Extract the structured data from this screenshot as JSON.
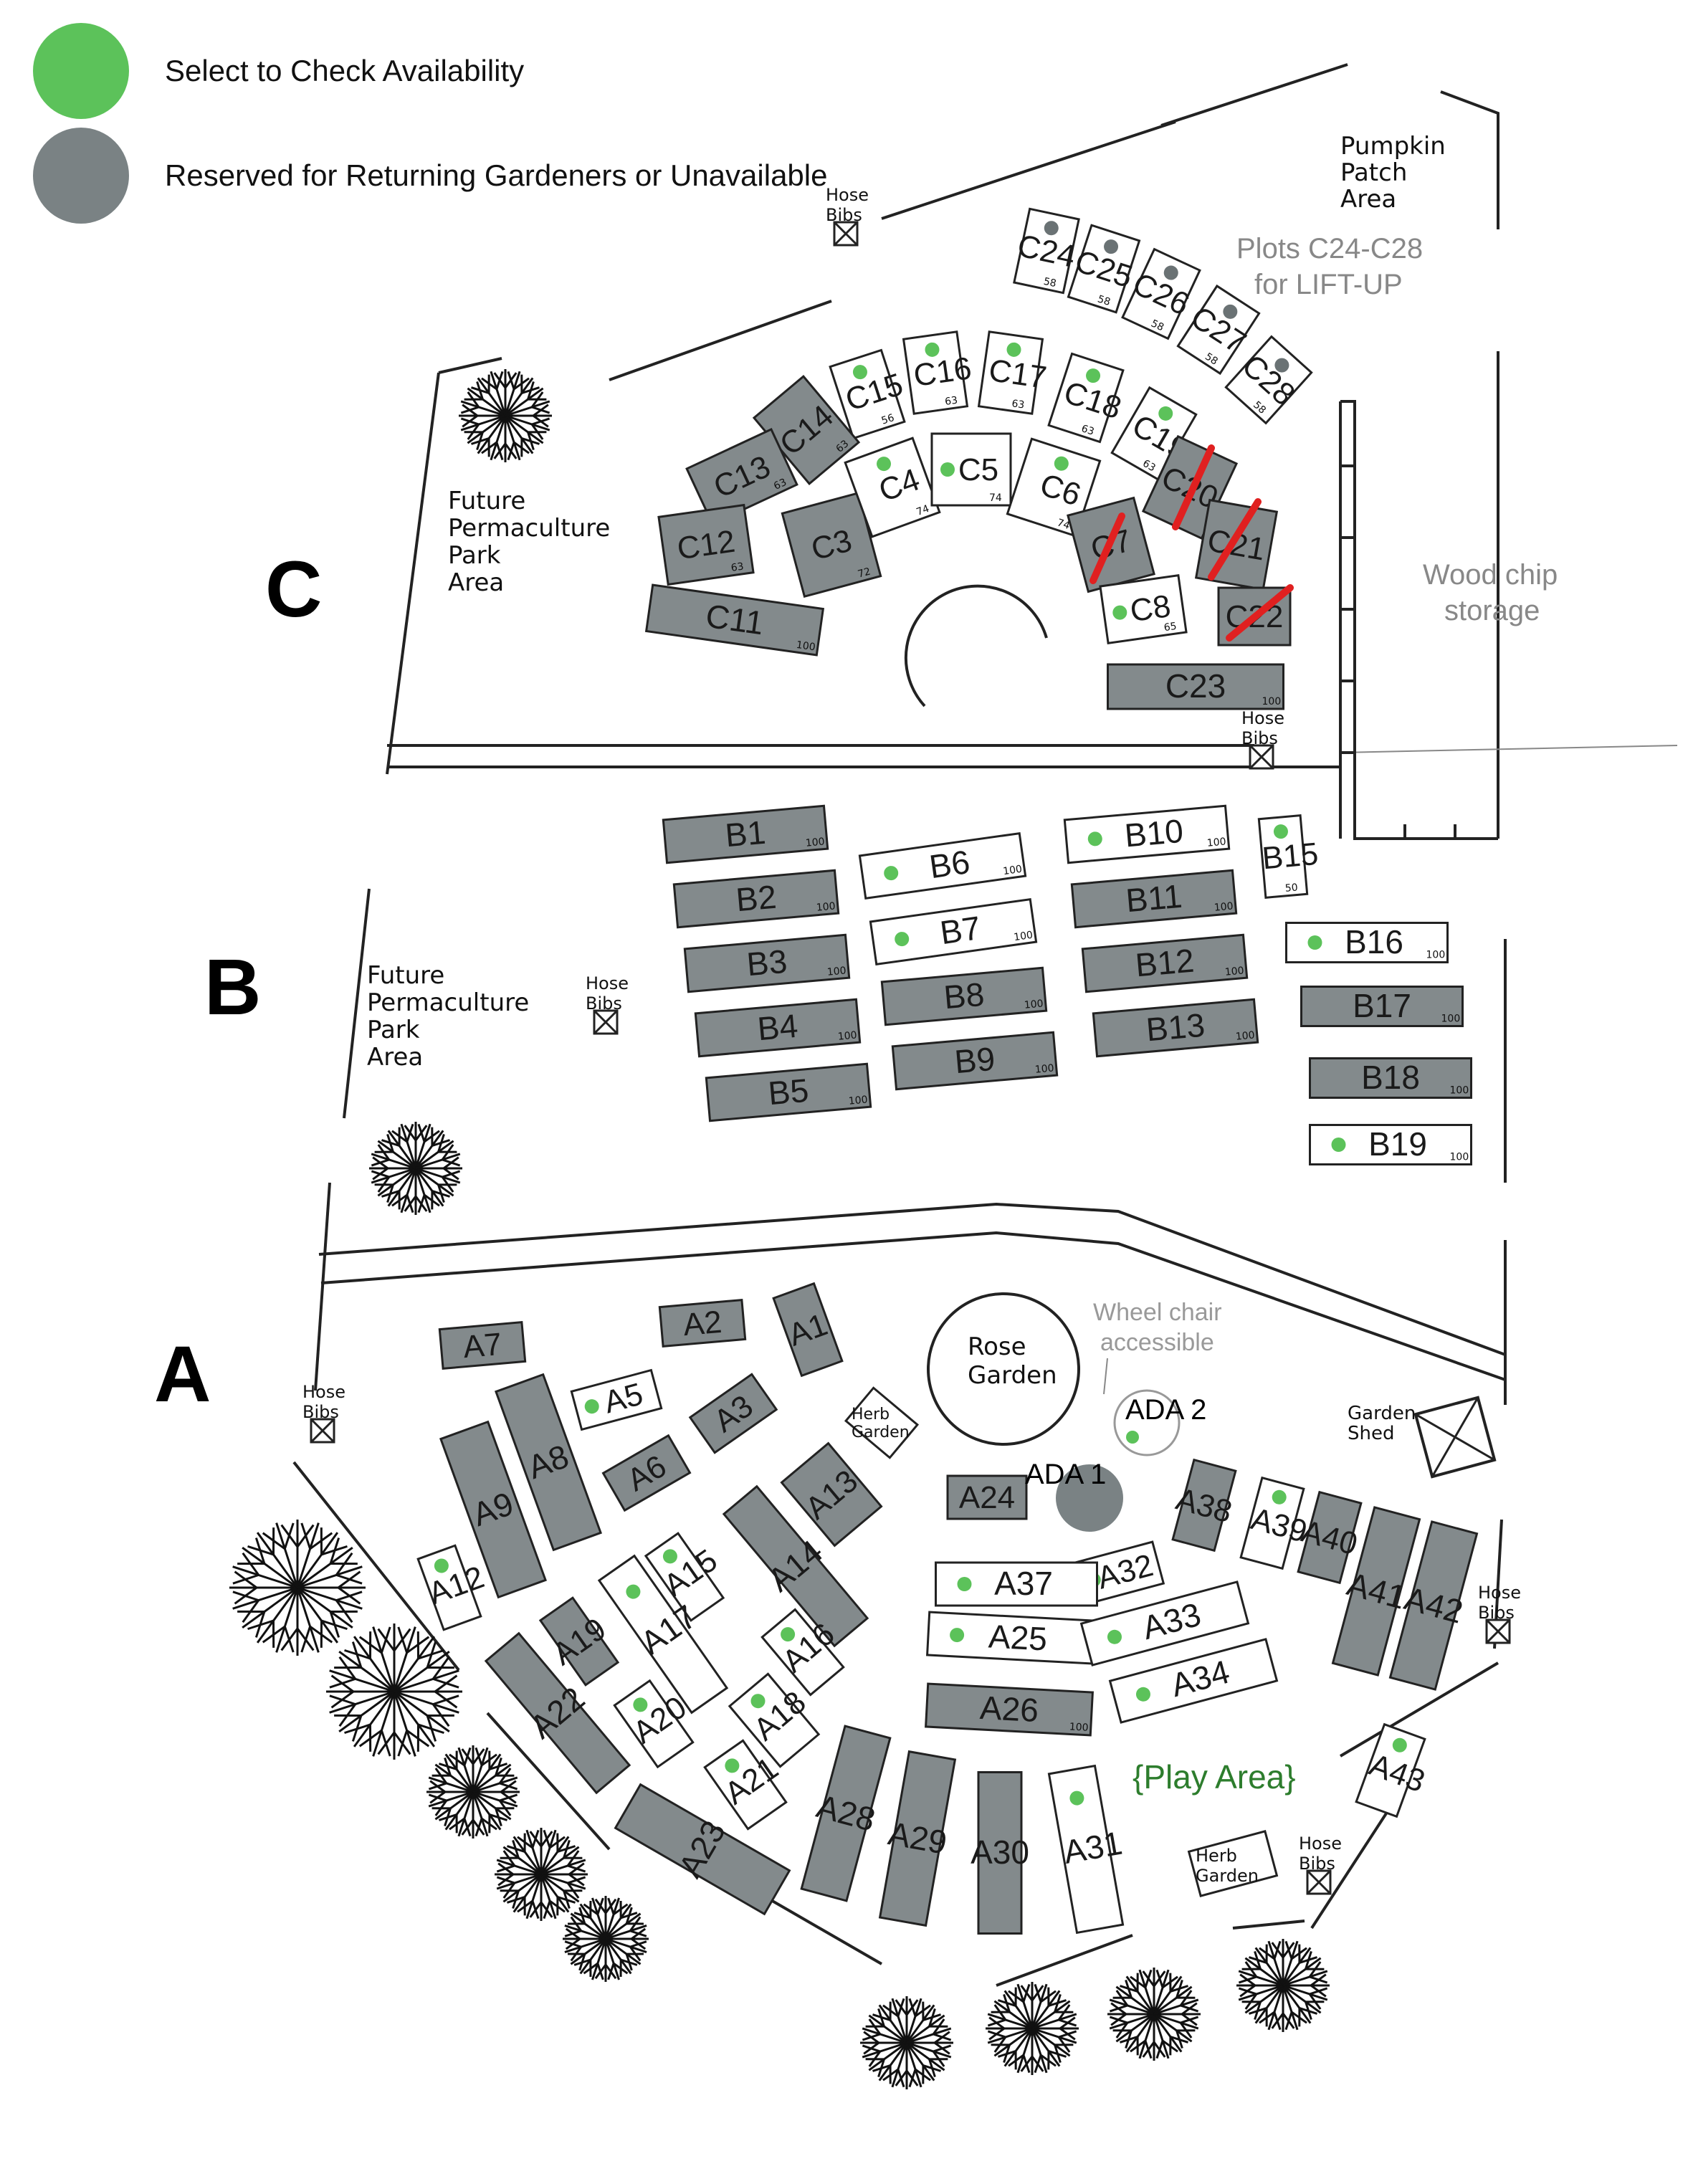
{
  "legend": {
    "available_label": "Select to Check Availability",
    "reserved_label": "Reserved for Returning Gardeners or Unavailable",
    "available_color": "#5cc25a",
    "reserved_color": "#7a8284"
  },
  "sections": {
    "a": "A",
    "b": "B",
    "c": "C"
  },
  "labels": {
    "pumpkin": [
      "Pumpkin",
      "Patch",
      "Area"
    ],
    "lift_up": [
      "Plots C24-C28",
      "for LIFT-UP"
    ],
    "wood_chip": [
      "Wood chip",
      "storage"
    ],
    "permaculture": [
      "Future",
      "Permaculture",
      "Park",
      "Area"
    ],
    "hose_bibs": [
      "Hose",
      "Bibs"
    ],
    "rose_garden": [
      "Rose",
      "Garden"
    ],
    "wheelchair": [
      "Wheel chair",
      "accessible"
    ],
    "herb_garden": [
      "Herb",
      "Garden"
    ],
    "garden_shed": [
      "Garden",
      "Shed"
    ],
    "play_area": "{Play Area}",
    "ada1": "ADA 1",
    "ada2": "ADA 2"
  },
  "plots": [
    {
      "id": "C24",
      "size": "58",
      "status": "reserved"
    },
    {
      "id": "C25",
      "size": "58",
      "status": "reserved"
    },
    {
      "id": "C26",
      "size": "58",
      "status": "reserved"
    },
    {
      "id": "C27",
      "size": "58",
      "status": "reserved"
    },
    {
      "id": "C28",
      "size": "58",
      "status": "reserved"
    },
    {
      "id": "C15",
      "size": "56",
      "status": "available"
    },
    {
      "id": "C16",
      "size": "63",
      "status": "available"
    },
    {
      "id": "C17",
      "size": "63",
      "status": "available"
    },
    {
      "id": "C18",
      "size": "63",
      "status": "available"
    },
    {
      "id": "C19",
      "size": "63",
      "status": "available"
    },
    {
      "id": "C14",
      "size": "63",
      "status": "reserved"
    },
    {
      "id": "C13",
      "size": "63",
      "status": "reserved"
    },
    {
      "id": "C12",
      "size": "63",
      "status": "reserved"
    },
    {
      "id": "C11",
      "size": "100",
      "status": "reserved"
    },
    {
      "id": "C3",
      "size": "72",
      "status": "reserved"
    },
    {
      "id": "C4",
      "size": "74",
      "status": "available"
    },
    {
      "id": "C5",
      "size": "74",
      "status": "available"
    },
    {
      "id": "C6",
      "size": "74",
      "status": "available"
    },
    {
      "id": "C7",
      "size": "",
      "status": "unavailable"
    },
    {
      "id": "C20",
      "size": "",
      "status": "unavailable"
    },
    {
      "id": "C21",
      "size": "",
      "status": "unavailable"
    },
    {
      "id": "C22",
      "size": "",
      "status": "unavailable"
    },
    {
      "id": "C8",
      "size": "65",
      "status": "available"
    },
    {
      "id": "C23",
      "size": "100",
      "status": "reserved"
    },
    {
      "id": "B1",
      "size": "100",
      "status": "reserved"
    },
    {
      "id": "B2",
      "size": "100",
      "status": "reserved"
    },
    {
      "id": "B3",
      "size": "100",
      "status": "reserved"
    },
    {
      "id": "B4",
      "size": "100",
      "status": "reserved"
    },
    {
      "id": "B5",
      "size": "100",
      "status": "reserved"
    },
    {
      "id": "B6",
      "size": "100",
      "status": "available"
    },
    {
      "id": "B7",
      "size": "100",
      "status": "available"
    },
    {
      "id": "B8",
      "size": "100",
      "status": "reserved"
    },
    {
      "id": "B9",
      "size": "100",
      "status": "reserved"
    },
    {
      "id": "B10",
      "size": "100",
      "status": "available"
    },
    {
      "id": "B11",
      "size": "100",
      "status": "reserved"
    },
    {
      "id": "B12",
      "size": "100",
      "status": "reserved"
    },
    {
      "id": "B13",
      "size": "100",
      "status": "reserved"
    },
    {
      "id": "B15",
      "size": "50",
      "status": "available"
    },
    {
      "id": "B16",
      "size": "100",
      "status": "available"
    },
    {
      "id": "B17",
      "size": "100",
      "status": "reserved"
    },
    {
      "id": "B18",
      "size": "100",
      "status": "reserved"
    },
    {
      "id": "B19",
      "size": "100",
      "status": "available"
    },
    {
      "id": "A1",
      "size": "",
      "status": "reserved"
    },
    {
      "id": "A2",
      "size": "",
      "status": "reserved"
    },
    {
      "id": "A3",
      "size": "",
      "status": "reserved"
    },
    {
      "id": "A5",
      "size": "",
      "status": "available"
    },
    {
      "id": "A6",
      "size": "",
      "status": "reserved"
    },
    {
      "id": "A7",
      "size": "",
      "status": "reserved"
    },
    {
      "id": "A8",
      "size": "",
      "status": "reserved"
    },
    {
      "id": "A9",
      "size": "",
      "status": "reserved"
    },
    {
      "id": "A12",
      "size": "",
      "status": "available"
    },
    {
      "id": "A13",
      "size": "",
      "status": "reserved"
    },
    {
      "id": "A14",
      "size": "",
      "status": "reserved"
    },
    {
      "id": "A15",
      "size": "",
      "status": "available"
    },
    {
      "id": "A16",
      "size": "",
      "status": "available"
    },
    {
      "id": "A17",
      "size": "",
      "status": "available"
    },
    {
      "id": "A18",
      "size": "",
      "status": "available"
    },
    {
      "id": "A19",
      "size": "",
      "status": "reserved"
    },
    {
      "id": "A20",
      "size": "",
      "status": "available"
    },
    {
      "id": "A21",
      "size": "",
      "status": "available"
    },
    {
      "id": "A22",
      "size": "",
      "status": "reserved"
    },
    {
      "id": "A23",
      "size": "",
      "status": "reserved"
    },
    {
      "id": "A24",
      "size": "",
      "status": "reserved"
    },
    {
      "id": "A25",
      "size": "",
      "status": "available"
    },
    {
      "id": "A26",
      "size": "100",
      "status": "reserved"
    },
    {
      "id": "A28",
      "size": "",
      "status": "reserved"
    },
    {
      "id": "A29",
      "size": "",
      "status": "reserved"
    },
    {
      "id": "A30",
      "size": "",
      "status": "reserved"
    },
    {
      "id": "A31",
      "size": "",
      "status": "available"
    },
    {
      "id": "A32",
      "size": "",
      "status": "available"
    },
    {
      "id": "A33",
      "size": "",
      "status": "available"
    },
    {
      "id": "A34",
      "size": "",
      "status": "available"
    },
    {
      "id": "A37",
      "size": "",
      "status": "available"
    },
    {
      "id": "A38",
      "size": "",
      "status": "reserved"
    },
    {
      "id": "A39",
      "size": "",
      "status": "available"
    },
    {
      "id": "A40",
      "size": "",
      "status": "reserved"
    },
    {
      "id": "A41",
      "size": "",
      "status": "reserved"
    },
    {
      "id": "A42",
      "size": "",
      "status": "reserved"
    },
    {
      "id": "A43",
      "size": "",
      "status": "available"
    }
  ]
}
